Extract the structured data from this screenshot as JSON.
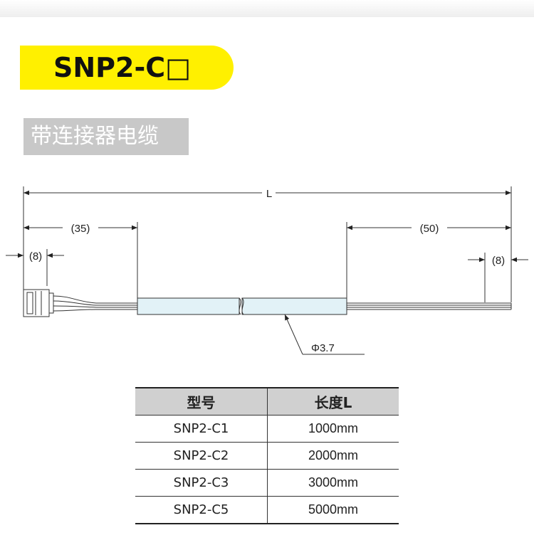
{
  "header": {
    "title": "SNP2-C□",
    "subtitle": "带连接器电缆"
  },
  "drawing": {
    "dim_total": "L",
    "dim_left": "(35)",
    "dim_right": "(50)",
    "dim_left_small": "(8)",
    "dim_right_small": "(8)",
    "diameter": "Φ3.7"
  },
  "table": {
    "headers": [
      "型号",
      "长度L"
    ],
    "rows": [
      {
        "model": "SNP2-C1",
        "length": "1000mm"
      },
      {
        "model": "SNP2-C2",
        "length": "2000mm"
      },
      {
        "model": "SNP2-C3",
        "length": "3000mm"
      },
      {
        "model": "SNP2-C5",
        "length": "5000mm"
      }
    ]
  },
  "colors": {
    "title_highlight": "#fff000",
    "subtitle_bg": "#c8c8c8",
    "table_header_bg": "#d0d0d0"
  }
}
